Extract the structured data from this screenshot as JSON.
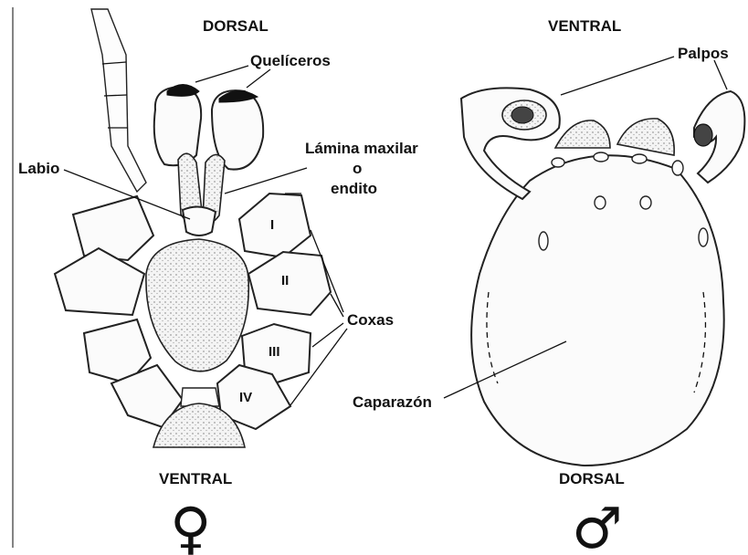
{
  "female": {
    "view_top": "DORSAL",
    "view_bottom": "VENTRAL",
    "sex_symbol": "♀",
    "labels": {
      "chelicerae": "Quelíceros",
      "labium": "Labio",
      "maxilla_line1": "Lámina maxilar",
      "maxilla_line2": "o",
      "maxilla_line3": "endito",
      "coxae": "Coxas"
    },
    "coxa_numerals": [
      "I",
      "II",
      "III",
      "IV"
    ]
  },
  "male": {
    "view_top": "VENTRAL",
    "view_bottom": "DORSAL",
    "sex_symbol": "♂",
    "labels": {
      "palps": "Palpos",
      "carapace": "Caparazón"
    }
  }
}
